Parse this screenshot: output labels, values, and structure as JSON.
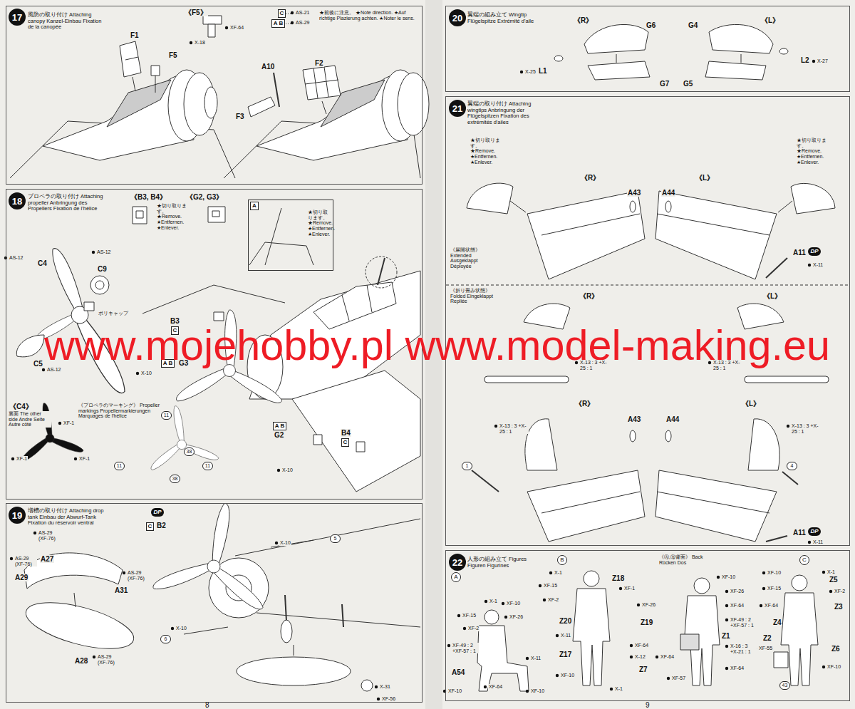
{
  "diagram": {
    "nodes": [
      {
        "text": [
          "風防の取り付け Attaching canopy Kanzel-Einbau Fixation de la canopée"
        ]
      },
      {
        "text": [
          "17"
        ],
        "in": 0
      },
      {
        "text": [
          "C"
        ],
        "in": 0
      },
      {
        "text": [
          "A B"
        ],
        "in": 0
      },
      {
        "text": [
          "プロペラの取り付け Attaching propeller Anbringung des Propellers Fixation de l'hélice"
        ]
      },
      {
        "text": [
          "18"
        ],
        "in": 4
      },
      {
        "text": [
          "A"
        ],
        "in": 4
      },
      {
        "text": [
          "C"
        ],
        "in": 4
      },
      {
        "text": [
          "A B"
        ],
        "in": 4
      },
      {
        "text": [
          "A B"
        ],
        "in": 4
      },
      {
        "text": [
          "C"
        ],
        "in": 4
      },
      {
        "text": [
          "増槽の取り付け Attaching drop tank Einbau der Abwurf-Tank Fixation du réservoir ventral"
        ]
      },
      {
        "text": [
          "19"
        ],
        "in": 11
      },
      {
        "text": [
          "C"
        ],
        "in": 11
      },
      {
        "text": [
          "DP"
        ],
        "in": 11
      },
      {
        "text": [
          "翼端の組み立て Wingtip Flügelspitze Extrémité d'aile"
        ]
      },
      {
        "text": [
          "20"
        ],
        "in": 15
      },
      {
        "text": [
          "翼端の取り付け Attaching wingtips Anbringung der Flügelspitzen Fixation des extrémités d'ailes"
        ]
      },
      {
        "text": [
          "21"
        ],
        "in": 17
      },
      {
        "text": [
          "DP"
        ],
        "in": 17
      },
      {
        "text": [
          "DP"
        ],
        "in": 17
      },
      {
        "text": [
          "人形の組み立て Figures Figuren Figurines"
        ]
      },
      {
        "text": [
          "22"
        ],
        "in": 21
      },
      {
        "text": [
          "A"
        ],
        "in": 21
      },
      {
        "text": [
          "B"
        ],
        "in": 21
      },
      {
        "text": [
          "C"
        ],
        "in": 21
      }
    ],
    "labels": [
      "《F5》",
      "XF-64",
      "X-18",
      "AS-21",
      "AS-29",
      "★前後に注意。 ★Note direction. ★Auf richtige Plazierung achten. ★Noter le sens.",
      "F1",
      "F5",
      "A10",
      "F2",
      "F3",
      "《B3, B4》",
      "★切り取ります。 ★Remove. ★Entfernen. ★Enlever.",
      "《G2, G3》",
      "★切り取ります。 ★Remove. ★Entfernen. ★Enlever.",
      "AS-12",
      "C4",
      "AS-12",
      "C9",
      "B3",
      "ポリキャップ",
      "X-10",
      "G3",
      "C5",
      "AS-12",
      "《C4》",
      "裏面 The other side Andre Seite Autre côté",
      "《プロペラのマーキング》 Propeller markings Propellermarkierungen Marquages de l'hélice",
      "XF-1",
      "XF-1",
      "XF-1",
      "11",
      "38",
      "11",
      "38",
      "11",
      "G2",
      "B4",
      "X-10",
      "www.mojehobby.pl www.model-making.eu",
      "AS-29 (XF-76)",
      "AS-29 (XF-76)",
      "A29",
      "A27",
      "AS-29 (XF-76)",
      "A31",
      "A28",
      "AS-29 (XF-76)",
      "B2",
      "X-10",
      "5",
      "X-10",
      "6",
      "X-31",
      "XF-56",
      "8",
      "9",
      "《R》",
      "G6",
      "G4",
      "《L》",
      "X-25",
      "L1",
      "G7",
      "G5",
      "L2",
      "X-27",
      "★切り取ります。 ★Remove. ★Entfernen. ★Enlever.",
      "《R》",
      "A43",
      "A44",
      "《L》",
      "★切り取ります。 ★Remove. ★Entfernen. ★Enlever.",
      "《展開状態》 Extended Ausgeklappt Déployée",
      "A11",
      "X-11",
      "《折り畳み状態》 Folded Eingeklappt Repliée",
      "《R》",
      "《L》",
      "X-13 : 3 +X-25 : 1",
      "X-13 : 3 +X-25 : 1",
      "《R》",
      "《L》",
      "A43",
      "A44",
      "X-13 : 3 +X-25 : 1",
      "X-13 : 3 +X-25 : 1",
      "1",
      "4",
      "A11",
      "X-11",
      "《Ⓐ,Ⓑ背面》 Back Rücken Dos",
      "X-1",
      "XF-10",
      "XF-15",
      "XF-26",
      "XF-2",
      "XF-49 : 2 +XF-57 : 1",
      "A54",
      "X-11",
      "XF-10",
      "XF-64",
      "XF-10",
      "X-1",
      "Z18",
      "XF-15",
      "XF-1",
      "XF-2",
      "XF-26",
      "Z20",
      "Z19",
      "X-11",
      "XF-64",
      "Z17",
      "X-12",
      "XF-10",
      "Z7",
      "X-1",
      "XF-10",
      "XF-26",
      "XF-64",
      "XF-49 : 2 +XF-57 : 1",
      "Z1",
      "X-16 : 3 +X-21 : 1",
      "XF-64",
      "XF-57",
      "XF-64",
      "XF-10",
      "X-1",
      "XF-15",
      "Z5",
      "XF-2",
      "XF-64",
      "Z3",
      "Z4",
      "Z2",
      "XF-55",
      "Z6",
      "XF-10",
      "43"
    ]
  }
}
